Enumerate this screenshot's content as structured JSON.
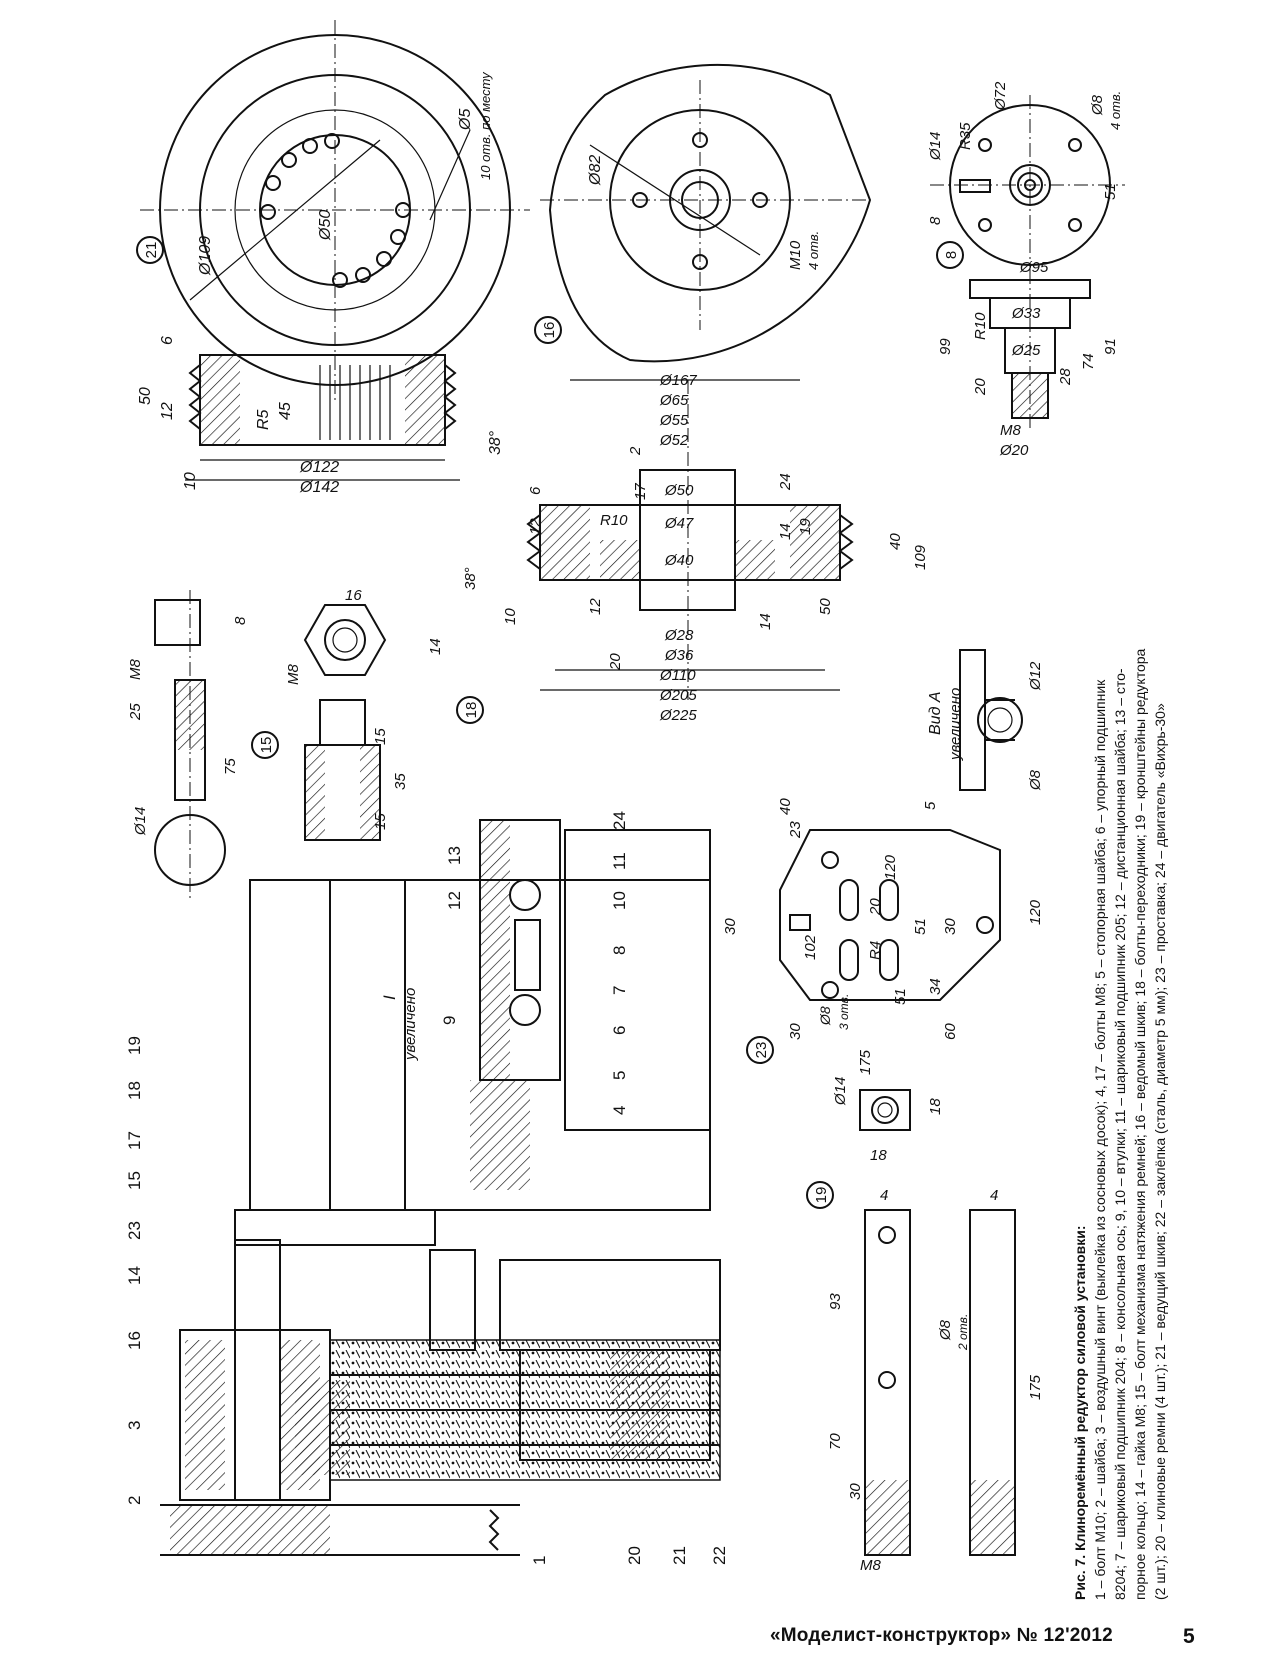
{
  "caption": {
    "title": "Рис. 7. Клиноремённый редуктор силовой установки:",
    "lines": [
      "1 – болт М10; 2 – шайба; 3 – воздушный винт (выклейка из сосновых досок); 4, 17 – болты М8; 5 – стопорная шайба; 6 – упорный подшипник",
      "8204; 7 – шариковый подшипник 204; 8 – консольная ось; 9, 10 – втулки; 11 – шариковый подшипник 205; 12 – дистанционная шайба; 13 – сто-",
      "порное кольцо; 14 – гайка М8; 15 – болт механизма натяжения ремней; 16 – ведомый шкив; 18 – болты-переходники; 19 – кронштейны редуктора",
      "(2 шт.); 20 – клиновые ремни (4 шт.); 21 – ведущий шкив; 22 – заклёпка (сталь, диаметр 5 мм); 23 – проставка; 24 – двигатель «Вихрь-30»"
    ]
  },
  "footer": {
    "journal": "«Моделист-конструктор» № 12'2012",
    "page": "5"
  },
  "callouts": {
    "main_parts": [
      "1",
      "2",
      "3",
      "4",
      "5",
      "6",
      "7",
      "8",
      "9",
      "10",
      "11",
      "12",
      "13",
      "14",
      "15",
      "16",
      "17",
      "18",
      "19",
      "20",
      "21",
      "22",
      "23",
      "24"
    ],
    "view_I_label": "I",
    "view_I_note": "увеличено",
    "view_A_label": "Вид А",
    "view_A_note": "увеличено",
    "detail_numbers": [
      "21",
      "16",
      "8",
      "15",
      "18",
      "19",
      "23"
    ]
  },
  "dimensions": {
    "part21": [
      "Ø109",
      "Ø50",
      "Ø5",
      "10 отв. по месту",
      "Ø142",
      "Ø122",
      "50",
      "12",
      "6",
      "10",
      "45",
      "R5",
      "38°"
    ],
    "part16": [
      "Ø82",
      "M10",
      "4 отв.",
      "Ø167",
      "Ø65",
      "Ø55",
      "Ø52",
      "Ø50",
      "Ø47",
      "Ø40",
      "Ø28",
      "Ø36",
      "Ø110",
      "Ø205",
      "Ø225",
      "R10",
      "6",
      "12",
      "17",
      "24",
      "14",
      "19",
      "40",
      "109",
      "2",
      "38°",
      "10",
      "12",
      "20",
      "14",
      "50"
    ],
    "part8": [
      "Ø14",
      "R35",
      "Ø72",
      "Ø8",
      "4 отв.",
      "51",
      "8",
      "Ø95",
      "Ø33",
      "Ø25",
      "R10",
      "99",
      "91",
      "74",
      "28",
      "20",
      "M8",
      "Ø20"
    ],
    "part15": [
      "Ø14",
      "25",
      "75",
      "M8",
      "8"
    ],
    "part18": [
      "M8",
      "16",
      "14",
      "15",
      "35",
      "15"
    ],
    "partA": [
      "Ø12",
      "Ø8",
      "5"
    ],
    "part23": [
      "40",
      "23",
      "30",
      "102",
      "120",
      "20",
      "51",
      "R4",
      "30",
      "34",
      "51",
      "120",
      "175",
      "60",
      "30",
      "Ø8",
      "3 отв."
    ],
    "part19": [
      "Ø14",
      "18",
      "18",
      "4",
      "93",
      "70",
      "30",
      "175",
      "Ø8",
      "2 отв.",
      "M8",
      "4"
    ]
  }
}
